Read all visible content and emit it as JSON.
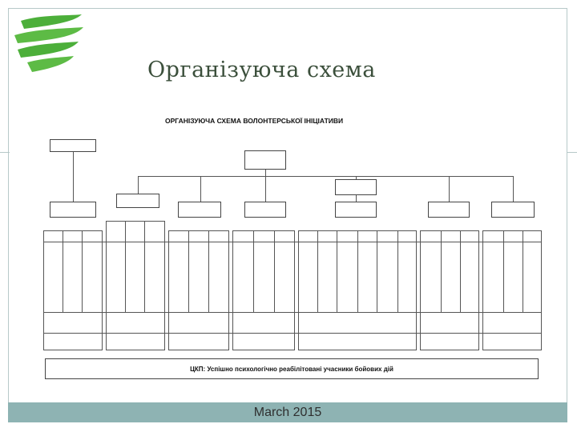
{
  "slide": {
    "title": "Організуюча схема",
    "footer": "March 2015"
  },
  "scheme": {
    "title": "ОРГАНІЗУЮЧА СХЕМА ВОЛОНТЕРСЬКОЇ ІНІЦІАТИВИ",
    "goal": "ЦКП: Успішно психологічно реабілітовані учасники бойових дій"
  },
  "colors": {
    "title": "#3b4f3b",
    "footer_bar": "#8eb3b3",
    "logo_green": "#4caf3a",
    "frame": "#b7c9c9"
  }
}
